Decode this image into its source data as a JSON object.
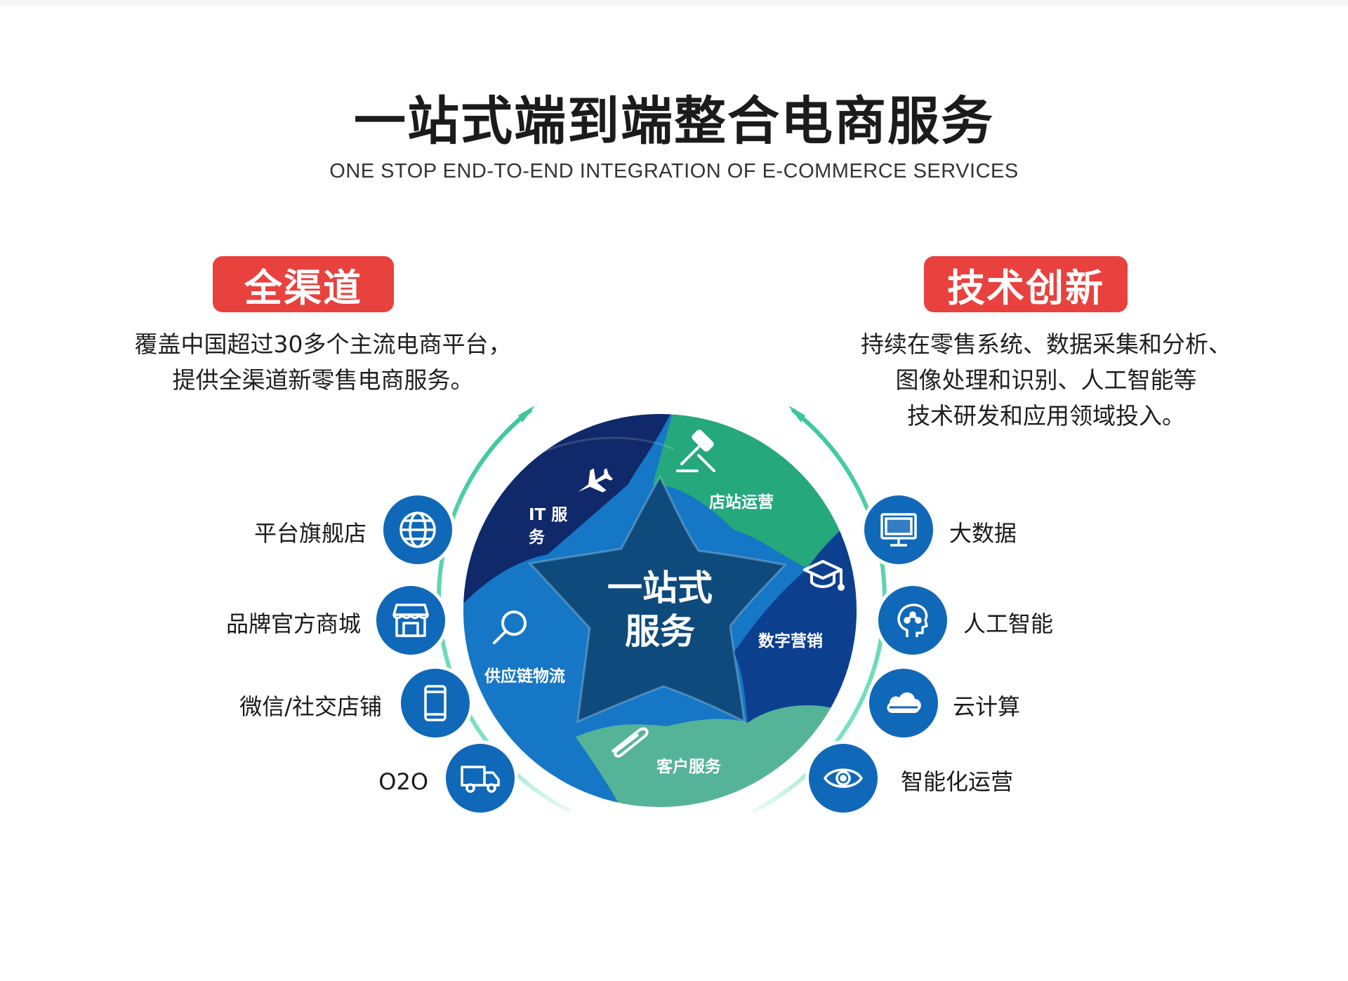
{
  "header": {
    "title": "一站式端到端整合电商服务",
    "subtitle": "ONE STOP END-TO-END INTEGRATION OF E-COMMERCE SERVICES"
  },
  "left": {
    "badge": "全渠道",
    "desc_line1": "覆盖中国超过30多个主流电商平台，",
    "desc_line2": "提供全渠道新零售电商服务。",
    "items": [
      {
        "label": "平台旗舰店",
        "icon": "globe-icon"
      },
      {
        "label": "品牌官方商城",
        "icon": "storefront-icon"
      },
      {
        "label": "微信/社交店铺",
        "icon": "smartphone-icon"
      },
      {
        "label": "O2O",
        "icon": "truck-icon"
      }
    ]
  },
  "right": {
    "badge": "技术创新",
    "desc_line1": "持续在零售系统、数据采集和分析、",
    "desc_line2": "图像处理和识别、人工智能等",
    "desc_line3": "技术研发和应用领域投入。",
    "items": [
      {
        "label": "大数据",
        "icon": "monitor-icon"
      },
      {
        "label": "人工智能",
        "icon": "ai-head-icon"
      },
      {
        "label": "云计算",
        "icon": "cloud-icon"
      },
      {
        "label": "智能化运营",
        "icon": "eye-icon"
      }
    ]
  },
  "wheel": {
    "center_line1": "一站式",
    "center_line2": "服务",
    "segments": [
      {
        "label_line1": "IT 服",
        "label_line2": "务",
        "icon": "airplane-icon",
        "color": "#10296a"
      },
      {
        "label": "店站运营",
        "icon": "gavel-icon",
        "color": "#24a87c"
      },
      {
        "label": "数字营销",
        "icon": "graduation-cap-icon",
        "color": "#0d3f8f"
      },
      {
        "label": "客户服务",
        "icon": "paperclip-icon",
        "color": "#55b497"
      },
      {
        "label": "供应链物流",
        "icon": "magnifier-icon",
        "color": "#1677c6"
      }
    ],
    "star_color": "#0e4a7c"
  },
  "colors": {
    "badge_red": "#e8413e",
    "icon_blue": "#1068b8",
    "arc_green": "#49d3a6"
  }
}
